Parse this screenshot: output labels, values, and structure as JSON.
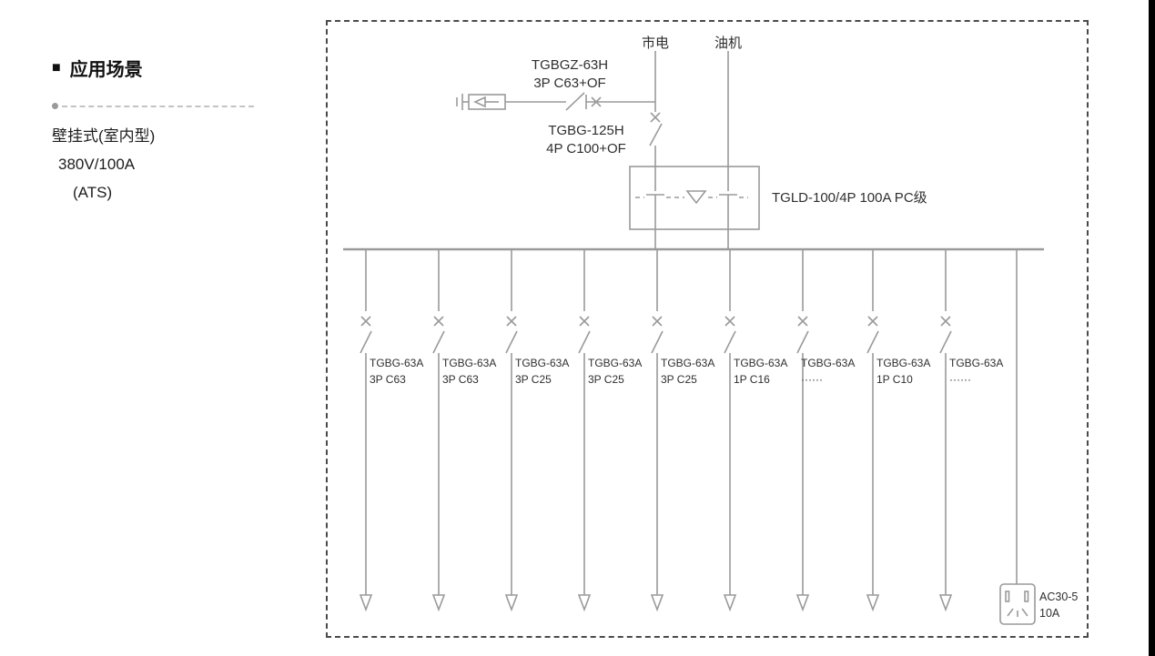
{
  "sidebar": {
    "heading_bullet": "■",
    "heading": "应用场景",
    "lines": [
      "壁挂式(室内型)",
      "380V/100A",
      "(ATS)"
    ]
  },
  "diagram": {
    "sources": {
      "mains": "市电",
      "generator": "油机"
    },
    "spd_breaker": {
      "name": "TGBGZ-63H",
      "spec": "3P C63+OF"
    },
    "main_breaker": {
      "name": "TGBG-125H",
      "spec": "4P C100+OF"
    },
    "ats": {
      "label": "TGLD-100/4P 100A PC级"
    },
    "branches": [
      {
        "name": "TGBG-63A",
        "spec": "3P C63"
      },
      {
        "name": "TGBG-63A",
        "spec": "3P C63"
      },
      {
        "name": "TGBG-63A",
        "spec": "3P C25"
      },
      {
        "name": "TGBG-63A",
        "spec": "3P C25"
      },
      {
        "name": "TGBG-63A",
        "spec": "3P C25"
      },
      {
        "name": "TGBG-63A",
        "spec": "1P C16"
      },
      {
        "name": "TGBG-63A",
        "spec": "······"
      },
      {
        "name": "TGBG-63A",
        "spec": "1P C10"
      },
      {
        "name": "TGBG-63A",
        "spec": "······"
      }
    ],
    "socket": {
      "name": "AC30-5",
      "spec": "10A"
    },
    "line_color": "#9a9a9a"
  }
}
